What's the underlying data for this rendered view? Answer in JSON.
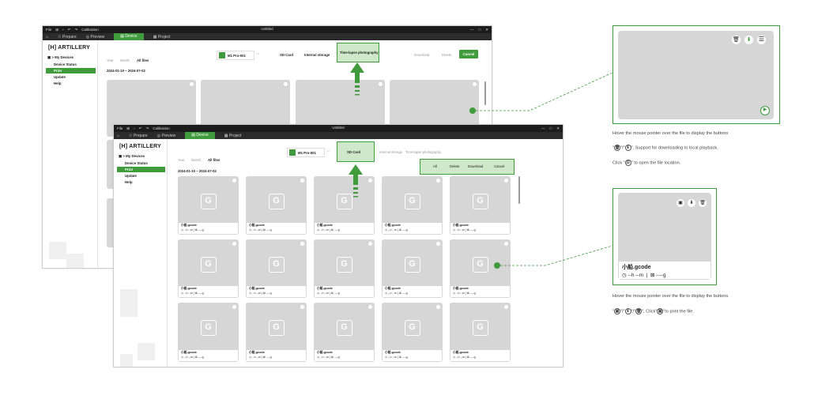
{
  "app": {
    "title": "Untitled",
    "file_menu": "File",
    "calibration": "Calibration",
    "win_controls": [
      "—",
      "□",
      "✕"
    ],
    "nav": [
      "Prepare",
      "Preview",
      "Device",
      "Project"
    ],
    "brand": "ARTILLERY"
  },
  "sidebar": {
    "items": [
      "My Devices",
      "Device Status",
      "Print",
      "Update",
      "Help"
    ]
  },
  "back_window": {
    "filter_tabs": [
      "Year",
      "Month",
      "All files"
    ],
    "date_range": "2024-01-10  ~  2024-07-02",
    "device_name": "M1 Pro-001",
    "storage_tabs": [
      "SD Card",
      "Internal storage",
      "Time-lapse photography"
    ],
    "actions": [
      "Download",
      "Delete",
      "Cancel"
    ]
  },
  "front_window": {
    "filter_tabs": [
      "Year",
      "Month",
      "All files"
    ],
    "date_range": "2024-01-10  ~  2024-07-02",
    "device_name": "M1 Pro-001",
    "storage_tabs": [
      "SD Card",
      "Internal storage",
      "Time-lapse photography"
    ],
    "actions": [
      "All",
      "Delete",
      "Download",
      "Cancel"
    ],
    "file": {
      "name": "小船.gcode",
      "time": "--h --m",
      "weight": "----g"
    }
  },
  "callout_top": {
    "line1": "Hover the mouse pointer over the file to display the buttons",
    "line2_pre": "\"",
    "line2_mid": "\"/\"",
    "line2_post": "\",  Support for downloading to local playback.",
    "line3_pre": "Click \"",
    "line3_post": "\" to open the file location."
  },
  "callout_bottom": {
    "file_name": "小船.gcode",
    "time": "--h --m",
    "weight": "----g",
    "line1": "Hover the mouse pointer over the file to display the buttons",
    "line2_pre": "\"",
    "line2_sep": "\"/\"",
    "line2_post": "\",  Click\"",
    "line2_end": "\"to print the file."
  },
  "colors": {
    "accent": "#3f9b3b",
    "card": "#d6d6d6",
    "titlebar": "#1c1c1c"
  },
  "icons": [
    "delete-icon",
    "download-icon",
    "menu-icon",
    "play-icon",
    "print-icon",
    "clock-icon",
    "weight-icon"
  ]
}
